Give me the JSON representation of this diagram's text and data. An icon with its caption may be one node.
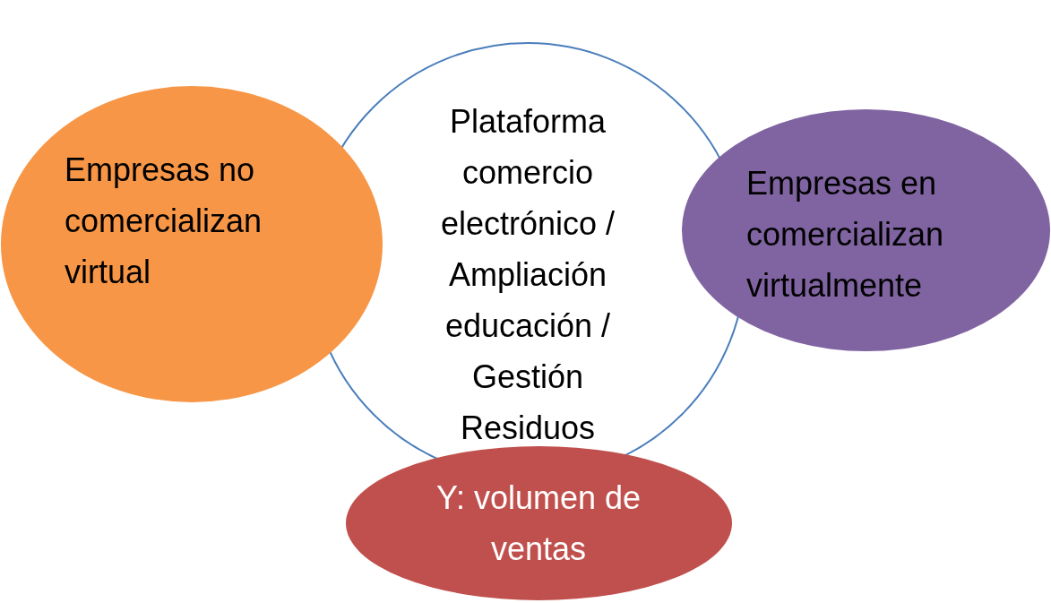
{
  "diagram": {
    "nodes": [
      {
        "text": [
          "Plataforma comercio electrónico / Ampliación educación / Gestión Residuos"
        ]
      },
      {
        "text": [
          "Empresas no comercializan virtual"
        ]
      },
      {
        "text": [
          "Empresas en comercializan virtualmente"
        ]
      },
      {
        "text": [
          "Y: volumen de ventas"
        ]
      }
    ]
  }
}
